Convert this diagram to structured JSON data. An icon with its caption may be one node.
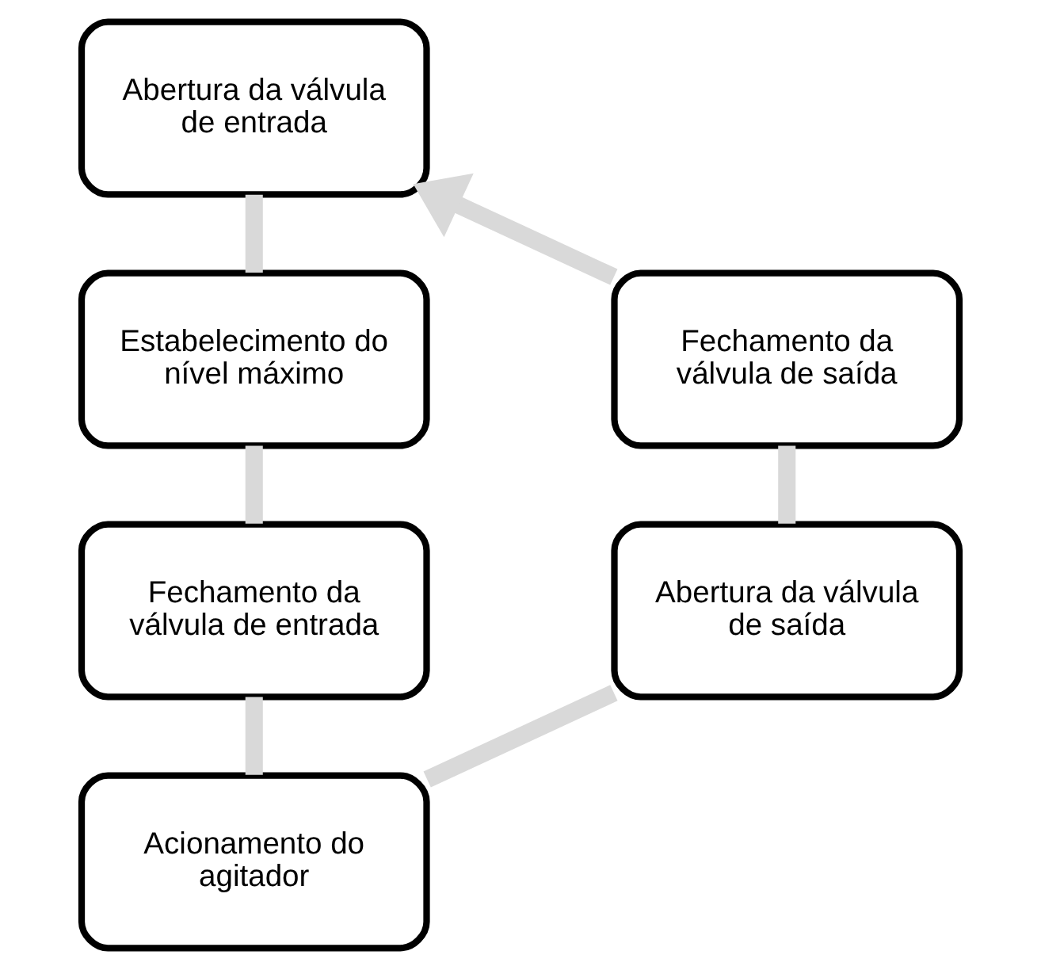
{
  "diagram": {
    "nodes": [
      {
        "text": [
          "Abertura da válvula de entrada"
        ]
      },
      {
        "text": [
          "Estabelecimento do nível máximo"
        ]
      },
      {
        "text": [
          "Fechamento da válvula de entrada"
        ]
      },
      {
        "text": [
          "Acionamento do agitador"
        ]
      },
      {
        "text": [
          "Abertura da válvula de saída"
        ]
      },
      {
        "text": [
          "Fechamento da válvula de saída"
        ]
      }
    ],
    "edges": [
      {
        "from": 0,
        "to": 1,
        "arrow": "none"
      },
      {
        "from": 1,
        "to": 2,
        "arrow": "none"
      },
      {
        "from": 2,
        "to": 3,
        "arrow": "none"
      },
      {
        "from": 3,
        "to": 4,
        "arrow": "none"
      },
      {
        "from": 4,
        "to": 5,
        "arrow": "none"
      },
      {
        "from": 5,
        "to": 0,
        "arrow": "to"
      }
    ]
  }
}
